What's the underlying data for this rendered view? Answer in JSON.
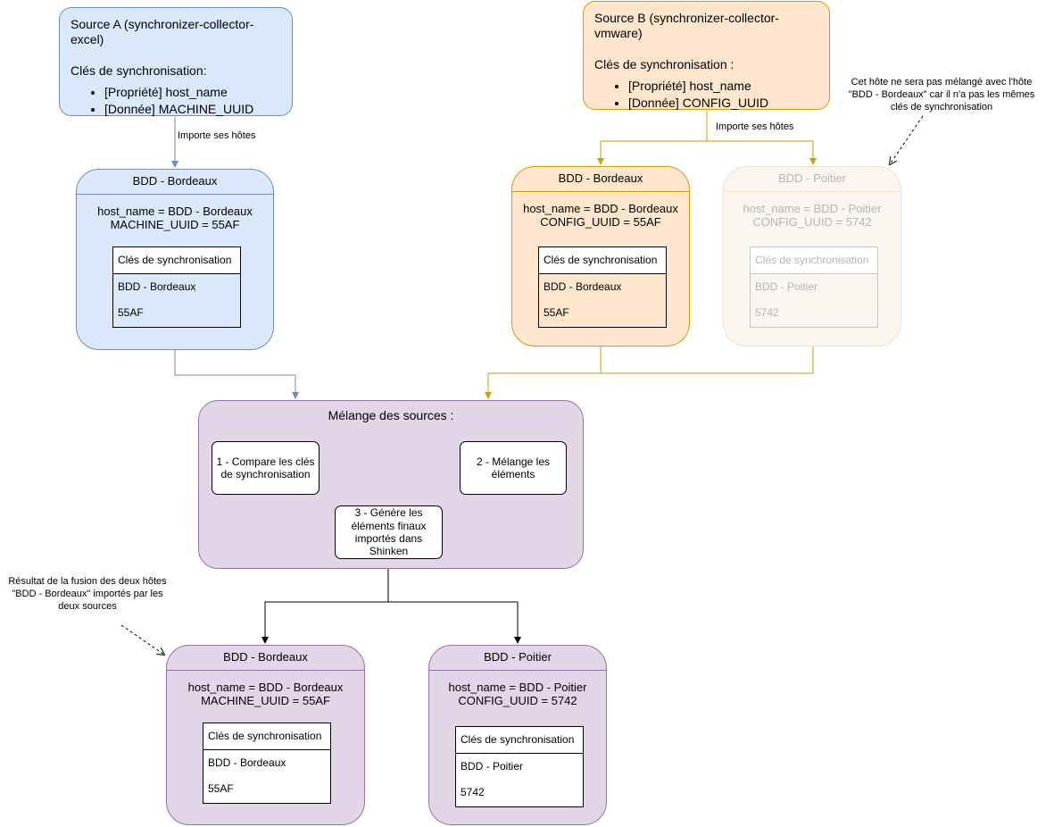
{
  "source_a": {
    "title": "Source A (synchronizer-collector-excel)",
    "keys_label": "Clés de synchronisation:",
    "keys": [
      "[Propriété] host_name",
      "[Donnée] MACHINE_UUID"
    ]
  },
  "source_b": {
    "title": "Source B (synchronizer-collector-vmware)",
    "keys_label": "Clés de synchronisation :",
    "keys": [
      "[Propriété] host_name",
      "[Donnée] CONFIG_UUID"
    ]
  },
  "edge_labels": {
    "a_imports": "Importe ses hôtes",
    "b_imports": "Importe ses hôtes"
  },
  "note_poitier": [
    "Cet hôte ne sera pas mélangé avec l'hôte",
    "\"BDD - Bordeaux\" car il n'a pas les mêmes",
    "clés de synchronisation"
  ],
  "note_result": [
    "Résultat de la fusion des deux hôtes",
    "\"BDD - Bordeaux\" importés par les",
    "deux sources"
  ],
  "hosts": {
    "a_bordeaux": {
      "title": "BDD - Bordeaux",
      "attrs": [
        "host_name = BDD - Bordeaux",
        "MACHINE_UUID = 55AF"
      ],
      "table_header": "Clés de synchronisation",
      "rows": [
        "BDD - Bordeaux",
        "55AF"
      ]
    },
    "b_bordeaux": {
      "title": "BDD - Bordeaux",
      "attrs": [
        "host_name = BDD - Bordeaux",
        "CONFIG_UUID = 55AF"
      ],
      "table_header": "Clés de synchronisation",
      "rows": [
        "BDD - Bordeaux",
        "55AF"
      ]
    },
    "b_poitier": {
      "title": "BDD - Poitier",
      "attrs": [
        "host_name = BDD - Poitier",
        "CONFIG_UUID = 5742"
      ],
      "table_header": "Clés de synchronisation",
      "rows": [
        "BDD - Poitier",
        "5742"
      ]
    },
    "out_bordeaux": {
      "title": "BDD - Bordeaux",
      "attrs": [
        "host_name = BDD - Bordeaux",
        "MACHINE_UUID = 55AF"
      ],
      "table_header": "Clés de synchronisation",
      "rows": [
        "BDD - Bordeaux",
        "55AF"
      ]
    },
    "out_poitier": {
      "title": "BDD - Poitier",
      "attrs": [
        "host_name = BDD - Poitier",
        "CONFIG_UUID = 5742"
      ],
      "table_header": "Clés de synchronisation",
      "rows": [
        "BDD - Poitier",
        "5742"
      ]
    }
  },
  "mix": {
    "title": "Mélange des sources :",
    "step1": [
      "1 - Compare les clés",
      "de synchronisation"
    ],
    "step2": [
      "2 - Mélange les",
      "éléments"
    ],
    "step3": [
      "3 - Génère les",
      "éléments finaux",
      "importés dans",
      "Shinken"
    ]
  },
  "colors": {
    "source_a_fill": "#dae8fc",
    "source_a_stroke": "#6c8ebf",
    "source_b_fill": "#ffe6cc",
    "source_b_stroke": "#d79b00",
    "mix_fill": "#e1d5e7",
    "mix_stroke": "#9673a6"
  }
}
